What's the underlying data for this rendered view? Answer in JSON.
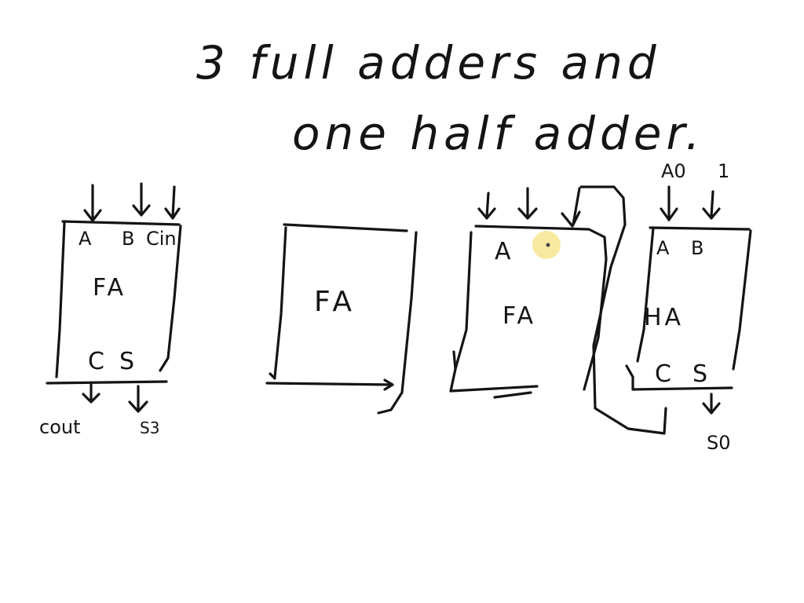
{
  "title": {
    "line1": "3 full adders and",
    "line2": "one half adder."
  },
  "blocks": {
    "fa1": {
      "inputs": [
        "A",
        "B",
        "Cin"
      ],
      "name": "FA",
      "outputs": [
        "C",
        "S"
      ],
      "out_labels": [
        "cout",
        "S3"
      ]
    },
    "fa2": {
      "name": "FA"
    },
    "fa3": {
      "inputs": [
        "A"
      ],
      "name": "FA"
    },
    "ha": {
      "top_labels": [
        "A0",
        "1"
      ],
      "inputs": [
        "A",
        "B"
      ],
      "name": "HA",
      "outputs": [
        "C",
        "S"
      ],
      "out_labels": [
        "S0"
      ]
    }
  },
  "highlight_color": "#f7e9a0",
  "ink_color": "#141414"
}
